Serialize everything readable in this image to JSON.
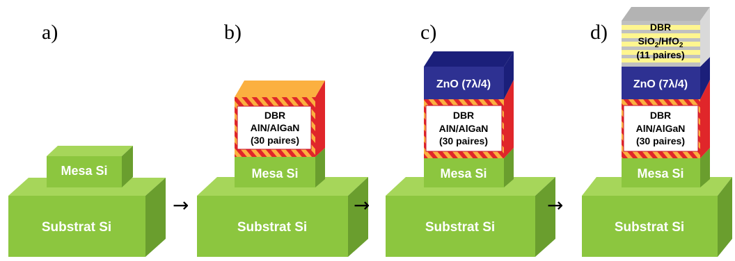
{
  "panels": [
    {
      "letter": "a)",
      "substrate": "Substrat Si",
      "mesa": "Mesa Si"
    },
    {
      "letter": "b)",
      "substrate": "Substrat Si",
      "mesa": "Mesa Si",
      "dbr1": {
        "line1": "DBR",
        "line2": "AlN/AlGaN",
        "line3": "(30 paires)"
      }
    },
    {
      "letter": "c)",
      "substrate": "Substrat Si",
      "mesa": "Mesa Si",
      "dbr1": {
        "line1": "DBR",
        "line2": "AlN/AlGaN",
        "line3": "(30 paires)"
      },
      "zno": "ZnO (7λ/4)"
    },
    {
      "letter": "d)",
      "substrate": "Substrat Si",
      "mesa": "Mesa Si",
      "dbr1": {
        "line1": "DBR",
        "line2": "AlN/AlGaN",
        "line3": "(30 paires)"
      },
      "zno": "ZnO (7λ/4)",
      "dbr2": {
        "line1": "DBR",
        "line2_a": "SiO",
        "line2_sub1": "2",
        "line2_b": "/HfO",
        "line2_sub2": "2",
        "line3": "(11 paires)"
      }
    }
  ],
  "arrows": [
    "→",
    "→",
    "→"
  ],
  "colors": {
    "green_front": "#8cc63f",
    "green_top": "#a6d65a",
    "green_side": "#6a9e2e",
    "zno_front": "#2e3192",
    "zno_top": "#1b1f7a",
    "dbr_red": "#e0262a",
    "dbr_yellow": "#fbb040",
    "sio2_yellow": "#fff68f",
    "sio2_gray": "#b3b3b3"
  }
}
